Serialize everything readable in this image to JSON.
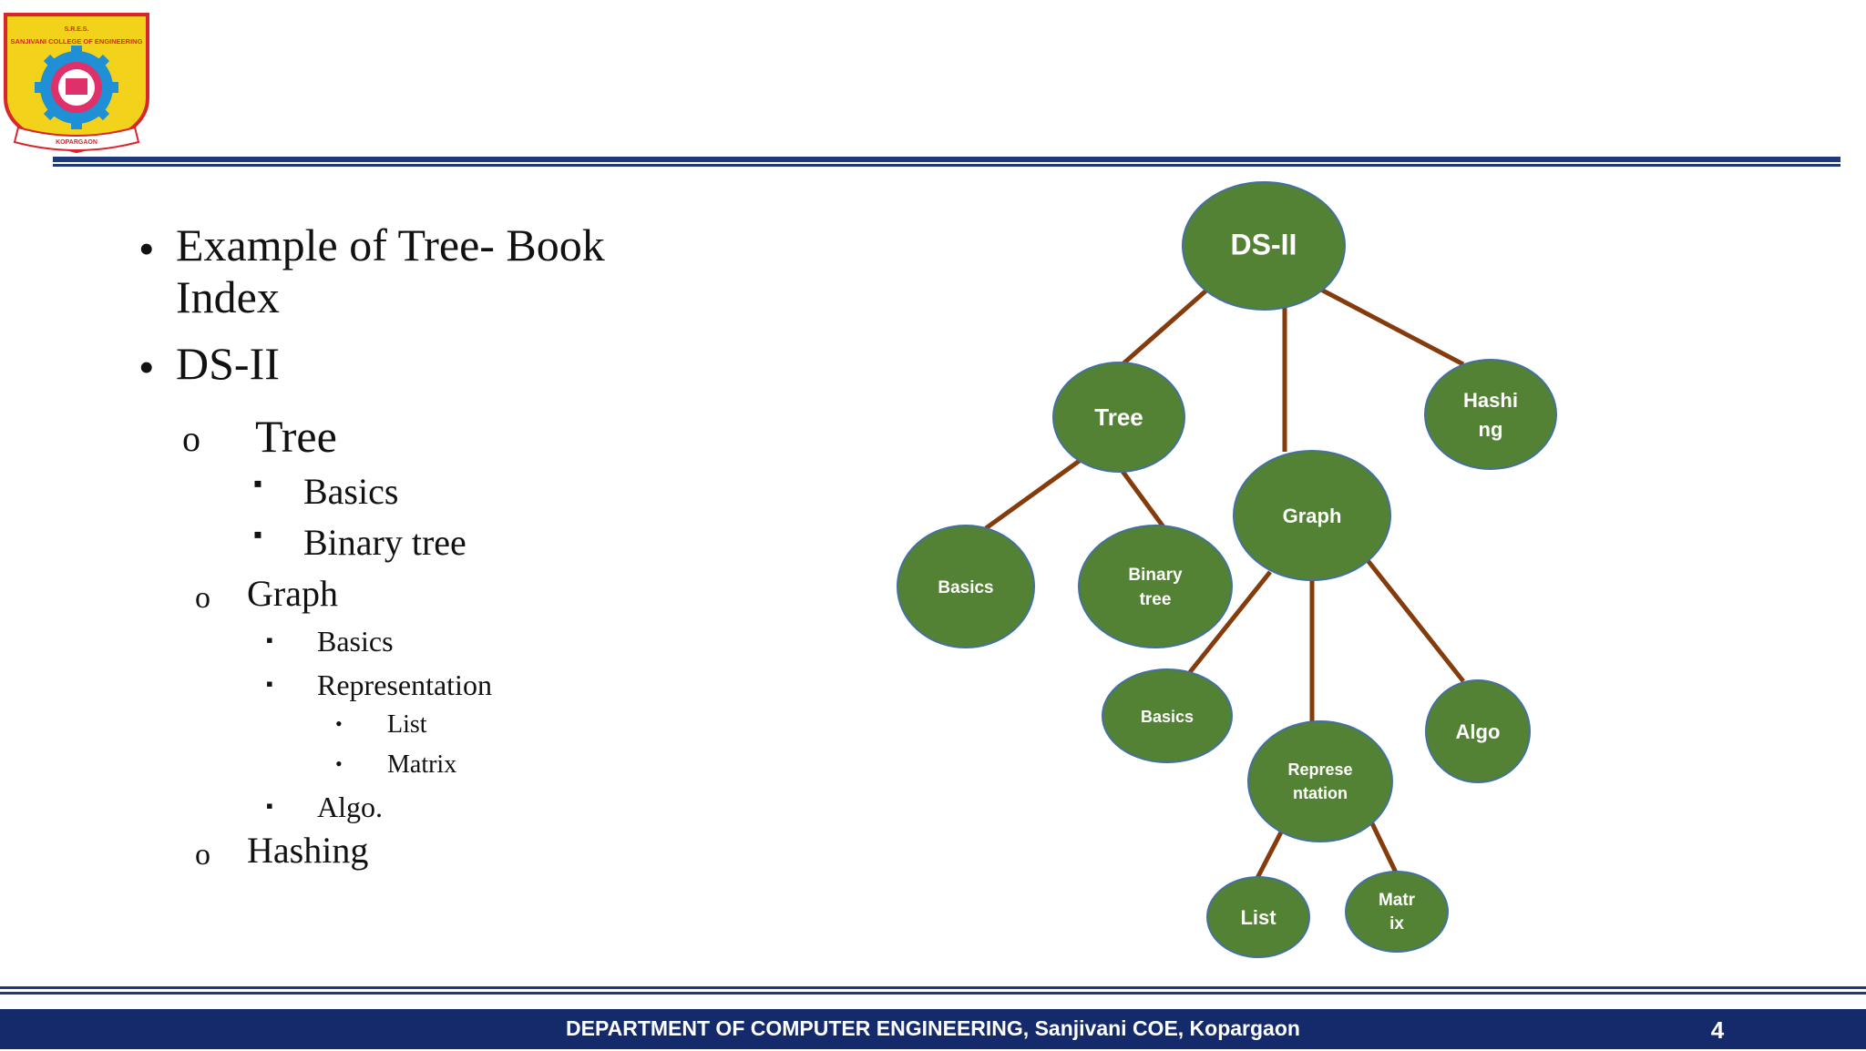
{
  "header": {
    "logo": {
      "icon": "college-logo-seal",
      "text_top": "S.R.E.S.",
      "text_name": "SANJIVANI COLLEGE OF ENGINEERING",
      "text_place": "KOPARGAON",
      "colors": {
        "outer": "#f2d21a",
        "border": "#d8262a",
        "gear": "#1f8fd6",
        "inner": "#e0306a"
      }
    },
    "rule_color": "#1f3a78"
  },
  "outline": {
    "items": [
      {
        "level": 1,
        "bullet": "•",
        "text_line1": "Example of Tree- Book",
        "text_line2": "Index"
      },
      {
        "level": 1,
        "bullet": "•",
        "text": "DS-II"
      },
      {
        "level": 2,
        "bullet": "o",
        "text": "Tree"
      },
      {
        "level": 3,
        "bullet": "▪",
        "text": "Basics"
      },
      {
        "level": 3,
        "bullet": "▪",
        "text": "Binary tree"
      },
      {
        "level": 2,
        "bullet": "o",
        "text": "Graph"
      },
      {
        "level": 3,
        "bullet": "▪",
        "text": "Basics"
      },
      {
        "level": 3,
        "bullet": "▪",
        "text": "Representation"
      },
      {
        "level": 4,
        "bullet": "•",
        "text": "List"
      },
      {
        "level": 4,
        "bullet": "•",
        "text": "Matrix"
      },
      {
        "level": 3,
        "bullet": "▪",
        "text": "Algo."
      },
      {
        "level": 2,
        "bullet": "o",
        "text": "Hashing"
      }
    ]
  },
  "diagram": {
    "node_color": "#548235",
    "node_border": "#41719c",
    "edge_color": "#843c0c",
    "nodes": [
      {
        "id": "ds2",
        "lines": [
          "DS-II"
        ]
      },
      {
        "id": "tree",
        "lines": [
          "Tree"
        ]
      },
      {
        "id": "hashing",
        "lines": [
          "Hashi",
          "ng"
        ]
      },
      {
        "id": "graph",
        "lines": [
          "Graph"
        ]
      },
      {
        "id": "tree_basics",
        "lines": [
          "Basics"
        ]
      },
      {
        "id": "binary_tree",
        "lines": [
          "Binary",
          "tree"
        ]
      },
      {
        "id": "graph_basics",
        "lines": [
          "Basics"
        ]
      },
      {
        "id": "algo",
        "lines": [
          "Algo"
        ]
      },
      {
        "id": "representation",
        "lines": [
          "Represe",
          "ntation"
        ]
      },
      {
        "id": "list",
        "lines": [
          "List"
        ]
      },
      {
        "id": "matrix",
        "lines": [
          "Matr",
          "ix"
        ]
      }
    ],
    "edges": [
      [
        "ds2",
        "tree"
      ],
      [
        "ds2",
        "graph"
      ],
      [
        "ds2",
        "hashing"
      ],
      [
        "tree",
        "tree_basics"
      ],
      [
        "tree",
        "binary_tree"
      ],
      [
        "graph",
        "graph_basics"
      ],
      [
        "graph",
        "representation"
      ],
      [
        "graph",
        "algo"
      ],
      [
        "representation",
        "list"
      ],
      [
        "representation",
        "matrix"
      ]
    ]
  },
  "footer": {
    "text": "DEPARTMENT OF COMPUTER ENGINEERING,  Sanjivani COE, Kopargaon",
    "page_number": "4"
  }
}
